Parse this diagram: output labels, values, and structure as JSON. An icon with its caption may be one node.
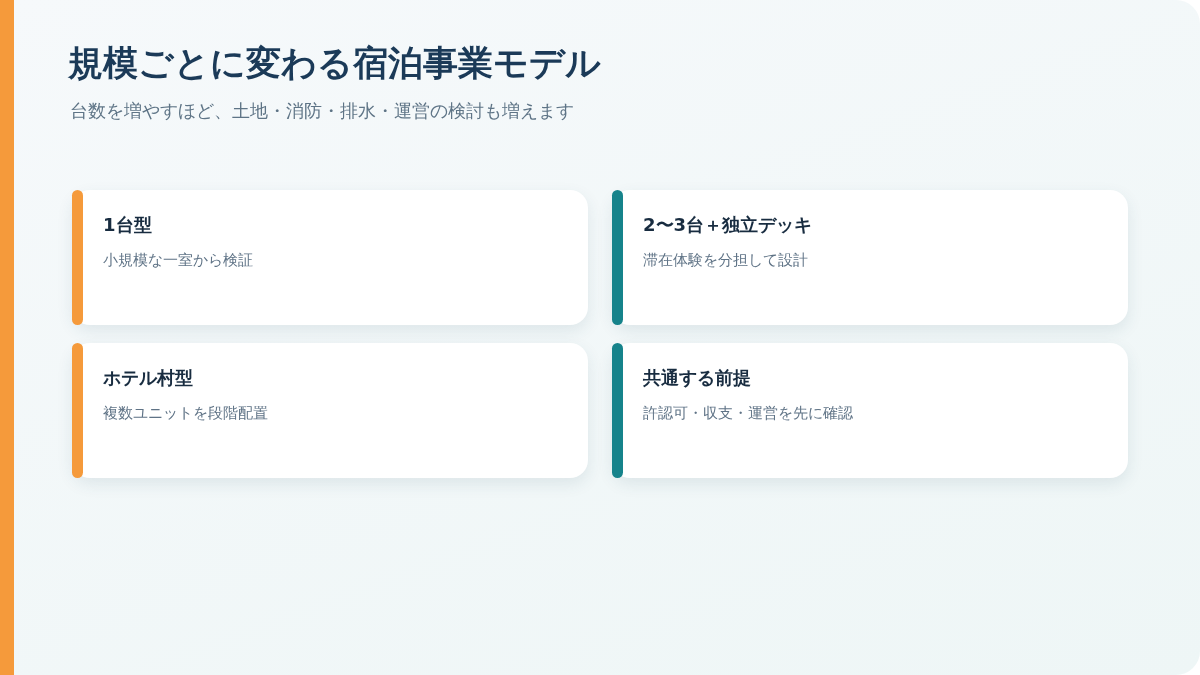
{
  "diagram": {
    "title": "規模ごとに変わる宿泊事業モデル",
    "nodes": [
      {
        "text": [
          "1台型",
          "小規模な一室から検証"
        ]
      },
      {
        "text": [
          "2〜3台＋独立デッキ",
          "滞在体験を分担して設計"
        ]
      },
      {
        "text": [
          "ホテル村型",
          "複数ユニットを段階配置"
        ]
      },
      {
        "text": [
          "共通する前提",
          "許認可・収支・運営を先に確認"
        ]
      }
    ],
    "edges": [],
    "labels": [
      "台数を増やすほど、土地・消防・排水・運営の検討も増えます"
    ]
  }
}
